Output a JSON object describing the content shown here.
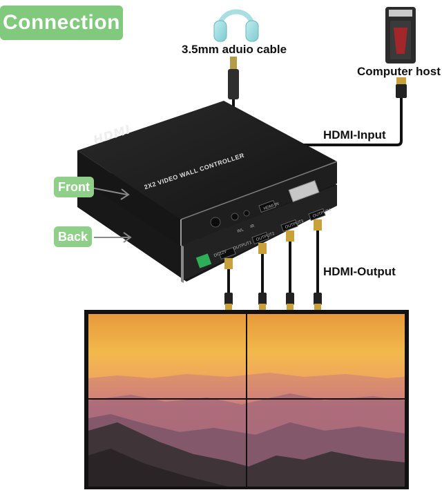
{
  "heading": "Connection",
  "labels": {
    "audio_cable": "3.5mm aduio cable",
    "computer_host": "Computer host",
    "hdmi_input": "HDMI-Input",
    "hdmi_output": "HDMI-Output",
    "front": "Front",
    "back": "Back"
  },
  "device": {
    "logo": "HDMI",
    "model": "2X2 VIDEO WALL CONTROLLER",
    "front_ports": [
      "R/L",
      "IR"
    ],
    "rear_ports": [
      "DC12V",
      "OUTPUT1",
      "OUTPUT2",
      "OUTPUT3",
      "OUTPUT4",
      "HDMI IN"
    ]
  },
  "video_wall": {
    "rows": 2,
    "cols": 2
  },
  "colors": {
    "badge": "#80c97d",
    "device_body": "#1c1c1c",
    "cable": "#111111",
    "hdmi_gold": "#c9a13b"
  }
}
